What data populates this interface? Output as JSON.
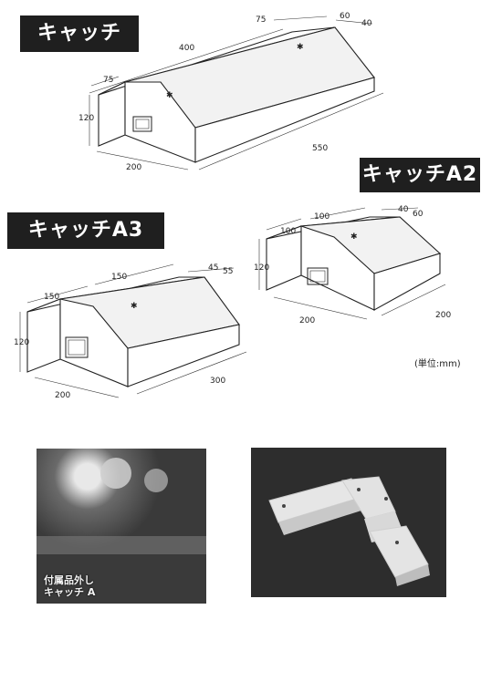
{
  "labels": {
    "catch": "キャッチ",
    "catch_a2": "キャッチA2",
    "catch_a3": "キャッチA3"
  },
  "unit_note": "(単位:mm)",
  "dims": {
    "catch": {
      "d400": "400",
      "d75a": "75",
      "d60": "60",
      "d40": "40",
      "d75b": "75",
      "d120": "120",
      "d200": "200",
      "d550": "550"
    },
    "a2": {
      "d100a": "100",
      "d100b": "100",
      "d40": "40",
      "d60": "60",
      "d120": "120",
      "d200a": "200",
      "d200b": "200"
    },
    "a3": {
      "d150a": "150",
      "d150b": "150",
      "d45": "45",
      "d55": "55",
      "d120": "120",
      "d200": "200",
      "d300": "300"
    }
  },
  "photo_caption": {
    "line1": "付属品外し",
    "line2": "キャッチ A"
  },
  "colors": {
    "label_bg": "#1f1f1f",
    "photo_dark": "#2a2a2a",
    "photo_light": "#e6e6e6"
  }
}
